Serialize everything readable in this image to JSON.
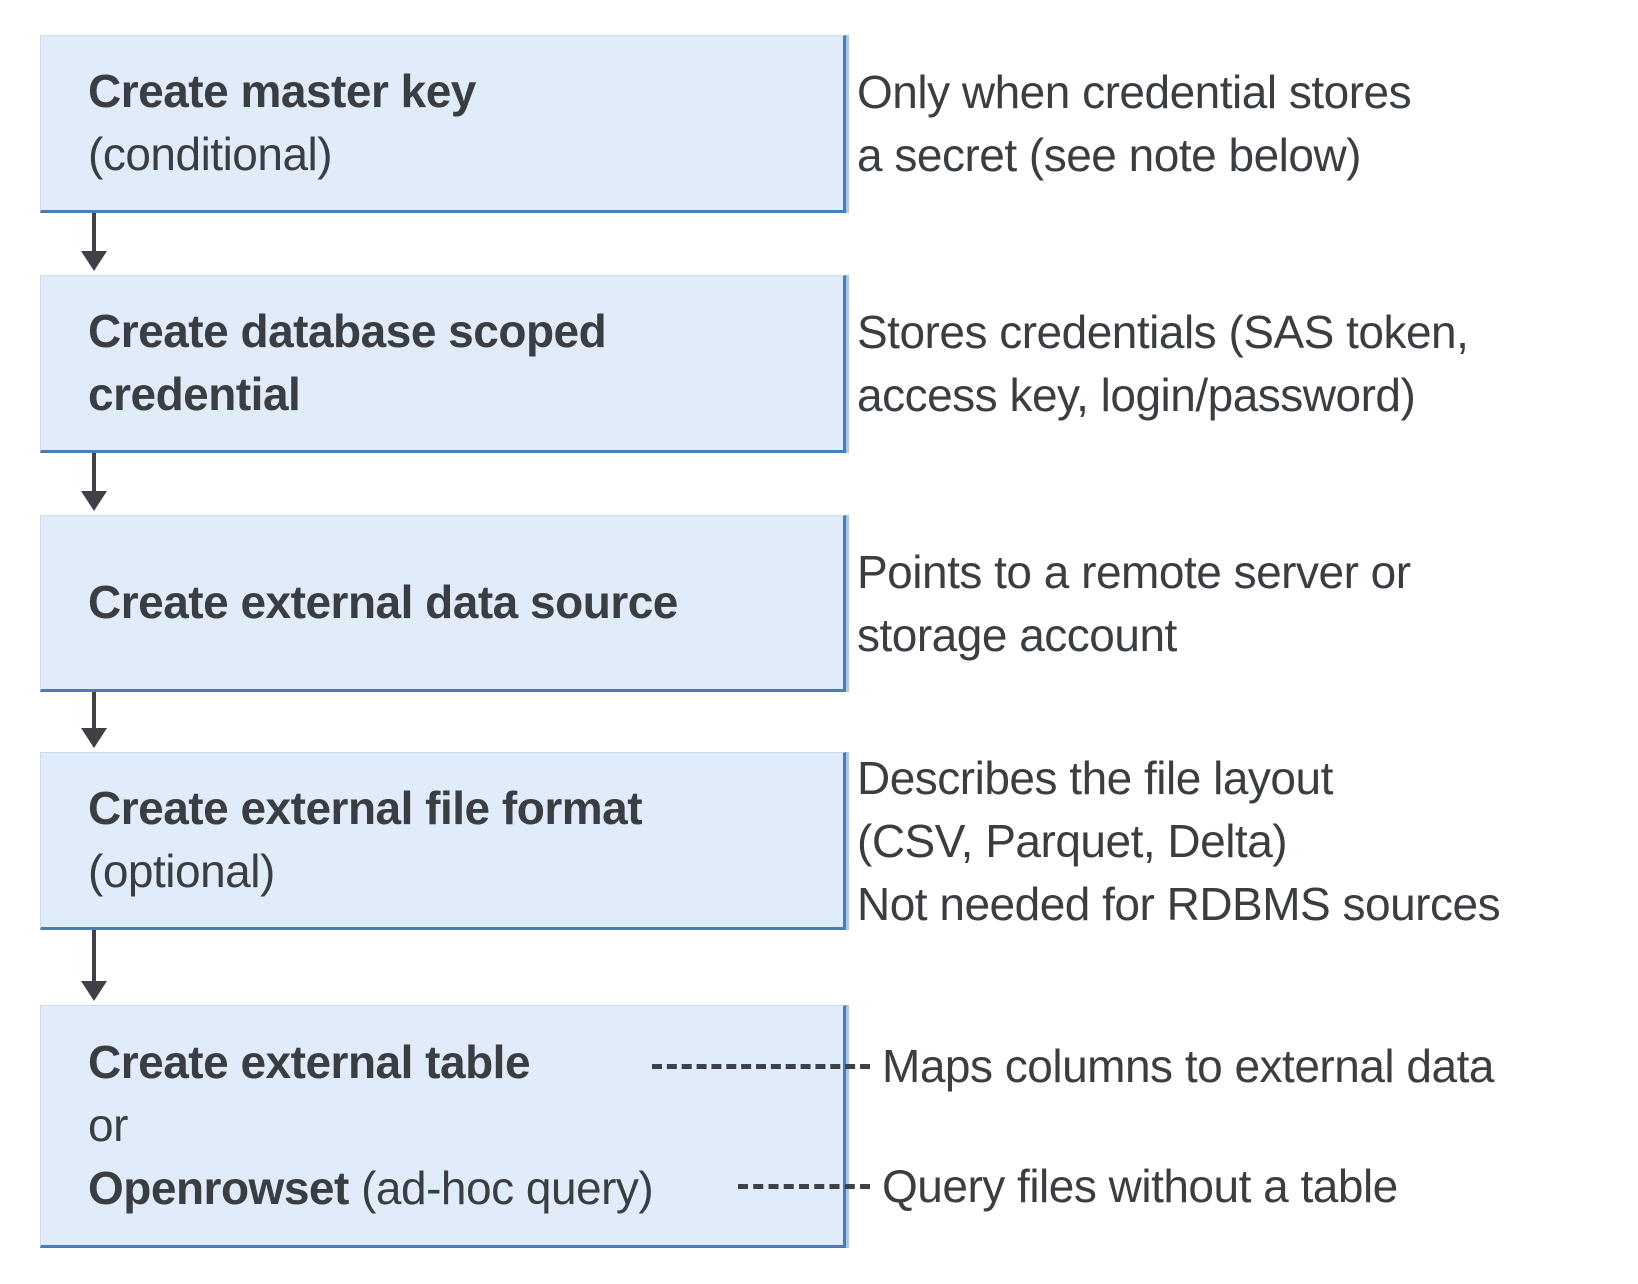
{
  "diagram": {
    "steps": [
      {
        "title": "Create master key",
        "qualifier": "(conditional)",
        "note": "Only when credential stores\na secret (see note below)"
      },
      {
        "title": "Create database scoped\ncredential",
        "note": "Stores credentials (SAS token,\naccess key, login/password)"
      },
      {
        "title": "Create external data source",
        "note": "Points to a remote server or\nstorage account"
      },
      {
        "title": "Create external file format",
        "qualifier": "(optional)",
        "note": "Describes the file layout\n(CSV, Parquet, Delta)\nNot needed for RDBMS sources"
      },
      {
        "title": "Create external table",
        "or_label": "or",
        "alt_title": "Openrowset",
        "alt_qualifier": " (ad-hoc query)",
        "connectors": [
          {
            "label": "Maps columns to external data"
          },
          {
            "label": "Query files without a table"
          }
        ]
      }
    ],
    "colors": {
      "box_fill": "#e1ecfa",
      "box_border": "#4d7cb5",
      "box_border_light": "#a9c8e9",
      "arrow": "#3e4146",
      "text": "#3a3d41"
    }
  }
}
